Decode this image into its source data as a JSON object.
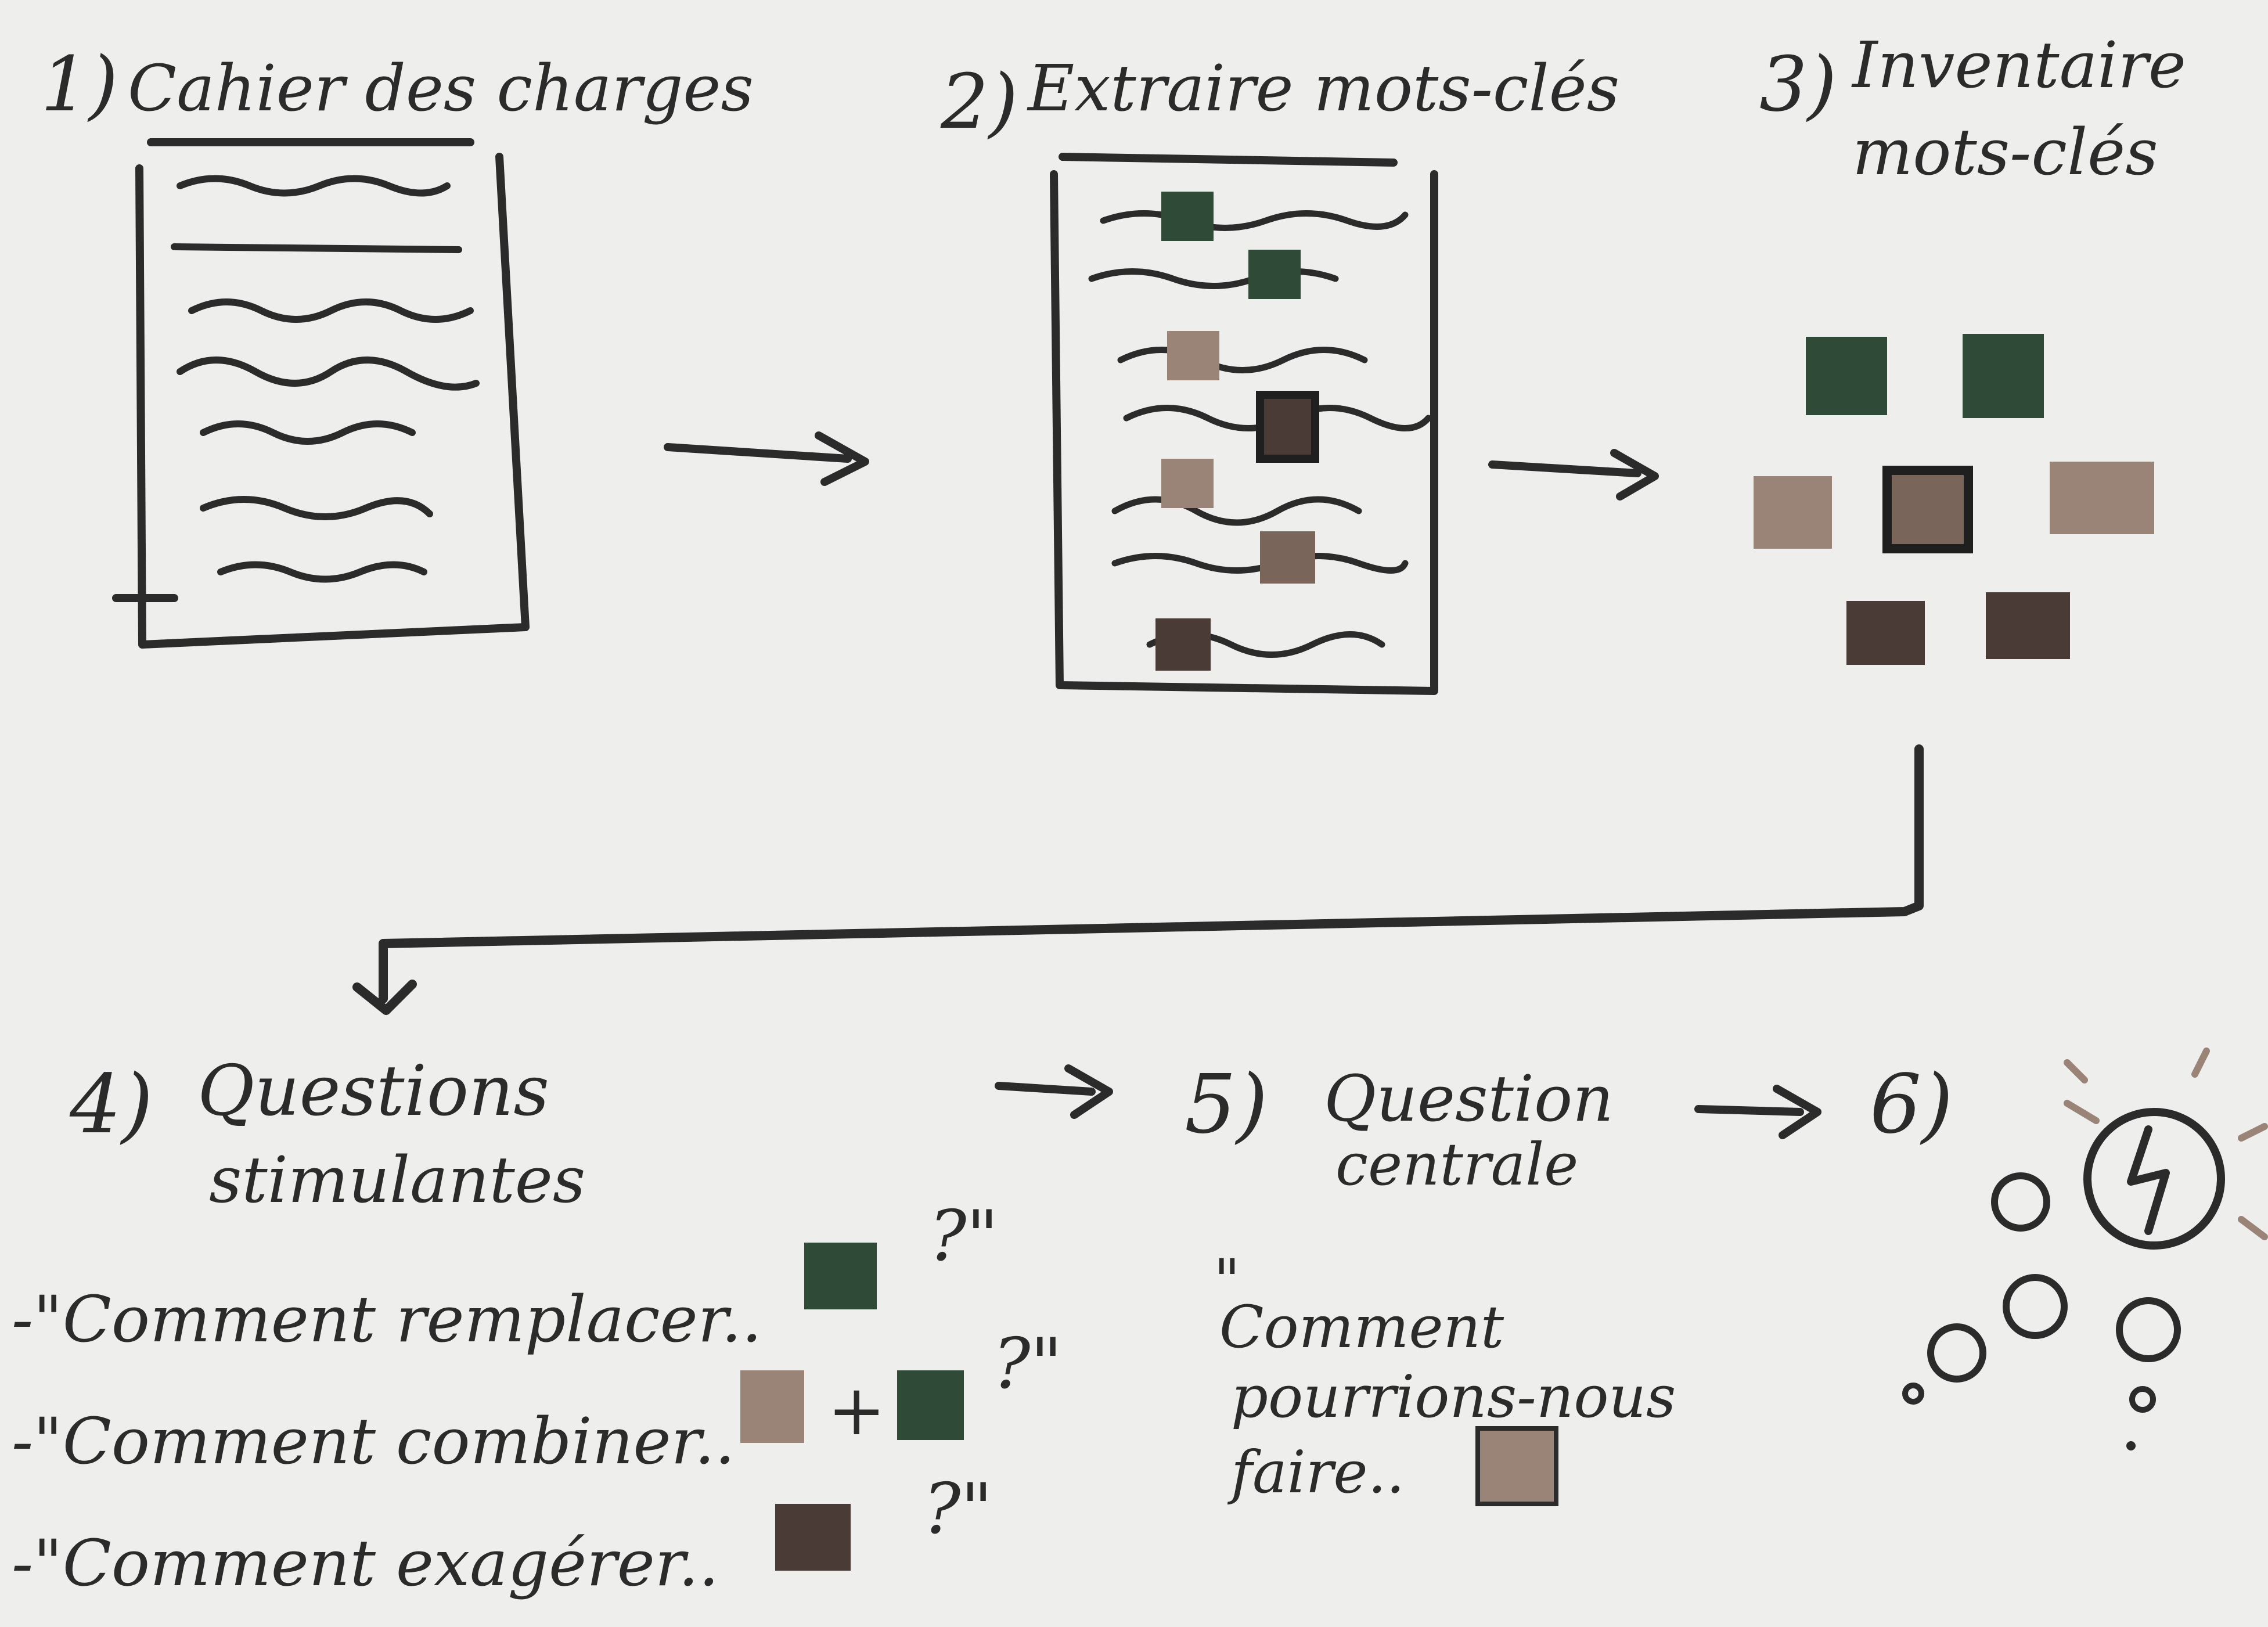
{
  "colors": {
    "paper": "#eeeeec",
    "ink": "#2b2b2b",
    "green": "#2f4a36",
    "taupe": "#9a8478",
    "brown": "#4a3b36"
  },
  "steps": {
    "s1": {
      "num": "1)",
      "label": "Cahier des charges"
    },
    "s2": {
      "num": "2)",
      "label": "Extraire mots-clés"
    },
    "s3": {
      "num": "3)",
      "label_line1": "Inventaire",
      "label_line2": "mots-clés"
    },
    "s4": {
      "num": "4)",
      "label_line1": "Questions",
      "label_line2": "stimulantes"
    },
    "s5": {
      "num": "5)",
      "label_line1": "Question",
      "label_line2": "centrale"
    },
    "s6": {
      "num": "6)"
    }
  },
  "questions": [
    {
      "text": "-\"Comment remplacer..",
      "end": "?\""
    },
    {
      "text": "-\"Comment combiner..",
      "plus": "+",
      "end": "?\""
    },
    {
      "text": "-\"Comment exagérer..",
      "end": "?\""
    }
  ],
  "central_question": {
    "open_quote": "\"",
    "line1": "Comment",
    "line2": "pourrions-nous",
    "line3": "faire.."
  },
  "icons": {
    "document": "document-icon",
    "arrow": "arrow-right-icon",
    "keyword": "keyword-square-icon",
    "idea": "lightning-bulb-icon"
  }
}
